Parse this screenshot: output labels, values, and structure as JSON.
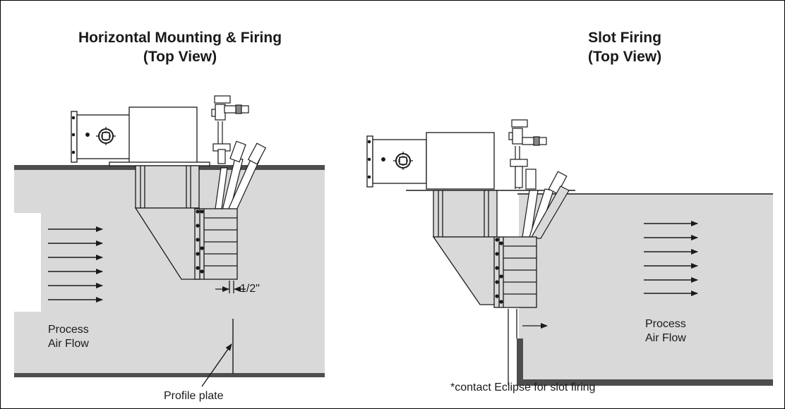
{
  "left": {
    "title_line1": "Horizontal Mounting & Firing",
    "title_line2": "(Top View)",
    "flow_line1": "Process",
    "flow_line2": "Air Flow",
    "dimension": "1/2\"",
    "profile_plate": "Profile plate"
  },
  "right": {
    "title_line1": "Slot Firing",
    "title_line2": "(Top View)",
    "flow_line1": "Process",
    "flow_line2": "Air Flow",
    "note": "*contact Eclipse for slot firing"
  },
  "colors": {
    "duct_fill": "#d9d9d9",
    "duct_wall": "#4d4d4d",
    "line": "#1a1a1a"
  }
}
